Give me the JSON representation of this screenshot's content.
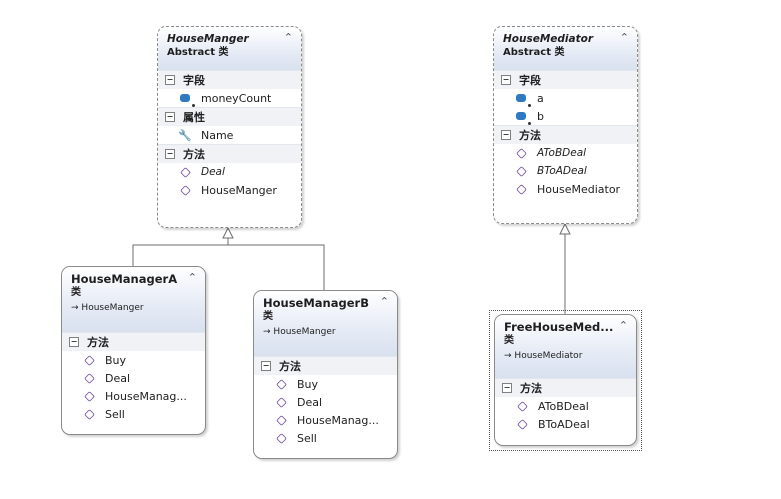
{
  "classes": {
    "house_manger": {
      "name": "HouseManger",
      "stereotype": "Abstract 类",
      "sections": {
        "fields": {
          "label": "字段",
          "items": [
            "moneyCount"
          ]
        },
        "properties": {
          "label": "属性",
          "items": [
            "Name"
          ]
        },
        "methods": {
          "label": "方法",
          "items": [
            "Deal",
            "HouseManger"
          ]
        }
      }
    },
    "house_mediator": {
      "name": "HouseMediator",
      "stereotype": "Abstract 类",
      "sections": {
        "fields": {
          "label": "字段",
          "items": [
            "a",
            "b"
          ]
        },
        "methods": {
          "label": "方法",
          "items": [
            "AToBDeal",
            "BToADeal",
            "HouseMediator"
          ]
        }
      }
    },
    "house_manager_a": {
      "name": "HouseManagerA",
      "stereotype": "类",
      "base": "HouseManger",
      "sections": {
        "methods": {
          "label": "方法",
          "items": [
            "Buy",
            "Deal",
            "HouseManag...",
            "Sell"
          ]
        }
      }
    },
    "house_manager_b": {
      "name": "HouseManagerB",
      "stereotype": "类",
      "base": "HouseManger",
      "sections": {
        "methods": {
          "label": "方法",
          "items": [
            "Buy",
            "Deal",
            "HouseManag...",
            "Sell"
          ]
        }
      }
    },
    "free_house_mediator": {
      "name": "FreeHouseMed...",
      "stereotype": "类",
      "base": "HouseMediator",
      "sections": {
        "methods": {
          "label": "方法",
          "items": [
            "AToBDeal",
            "BToADeal"
          ]
        }
      }
    }
  },
  "icons": {
    "collapse": "⌃",
    "inherit_arrow": "→",
    "section_toggle": "−"
  }
}
